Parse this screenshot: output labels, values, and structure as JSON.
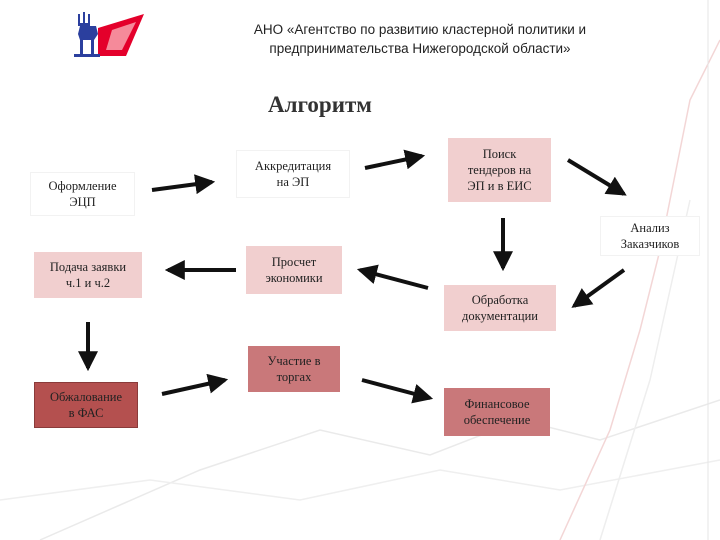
{
  "header": {
    "org_line1": "АНО «Агентство по развитию кластерной политики и",
    "org_line2": "предпринимательства Нижегородской области»"
  },
  "title": "Алгоритм",
  "nodes": {
    "ecp": {
      "line1": "Оформление",
      "line2": "ЭЦП"
    },
    "accreditation": {
      "line1": "Аккредитация",
      "line2": "на ЭП"
    },
    "tender_search": {
      "line1": "Поиск",
      "line2": "тендеров на",
      "line3": "ЭП и в ЕИС"
    },
    "customer_analysis": {
      "line1": "Анализ",
      "line2": "Заказчиков"
    },
    "documentation": {
      "line1": "Обработка",
      "line2": "документации"
    },
    "financing": {
      "line1": "Финансовое",
      "line2": "обеспечение"
    },
    "economics": {
      "line1": "Просчет",
      "line2": "экономики"
    },
    "application": {
      "line1": "Подача заявки",
      "line2": "ч.1 и ч.2"
    },
    "fas_appeal": {
      "line1": "Обжалование",
      "line2": "в ФАС"
    },
    "bidding": {
      "line1": "Участие в",
      "line2": "торгах"
    }
  },
  "colors": {
    "pink_node": "#f1cfcf",
    "medium_node": "#c9787a",
    "dark_node": "#b4504f",
    "arrow": "#111111",
    "logo_red": "#e4002b"
  }
}
